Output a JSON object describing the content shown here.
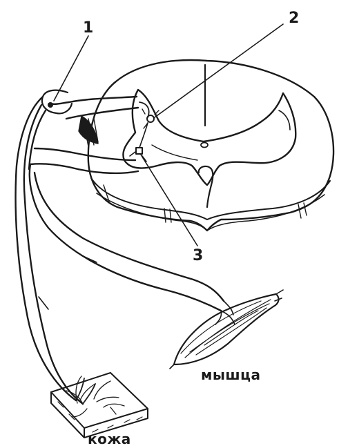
{
  "labels": {
    "n1": "1",
    "n2": "2",
    "n3": "3",
    "muscle": "мышца",
    "skin": "кожа"
  },
  "colors": {
    "ink": "#1a1a1a",
    "paper": "#ffffff"
  }
}
